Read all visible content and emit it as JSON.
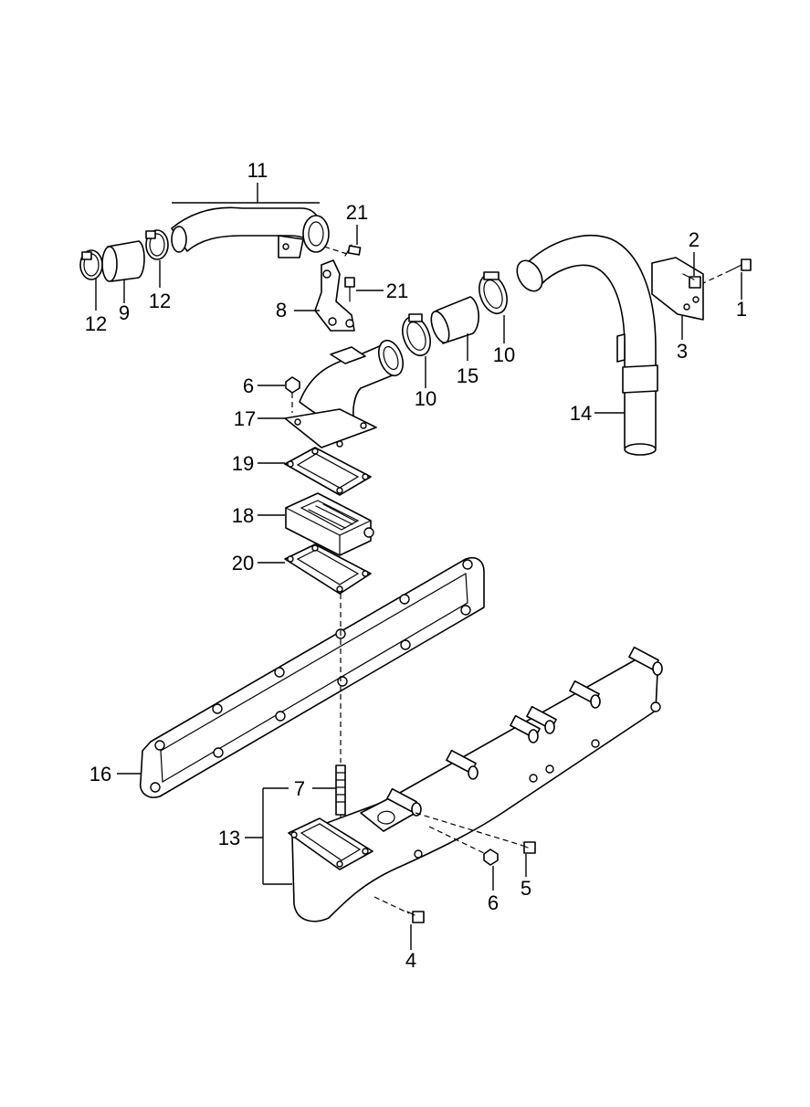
{
  "callouts": {
    "c1": "1",
    "c2": "2",
    "c3": "3",
    "c4": "4",
    "c5": "5",
    "c6a": "6",
    "c6b": "6",
    "c7": "7",
    "c8": "8",
    "c9": "9",
    "c10a": "10",
    "c10b": "10",
    "c11": "11",
    "c12a": "12",
    "c12b": "12",
    "c13": "13",
    "c14": "14",
    "c15": "15",
    "c16": "16",
    "c17": "17",
    "c18": "18",
    "c19": "19",
    "c20": "20",
    "c21a": "21",
    "c21b": "21"
  },
  "colors": {
    "line": "#000000",
    "background": "#ffffff"
  }
}
